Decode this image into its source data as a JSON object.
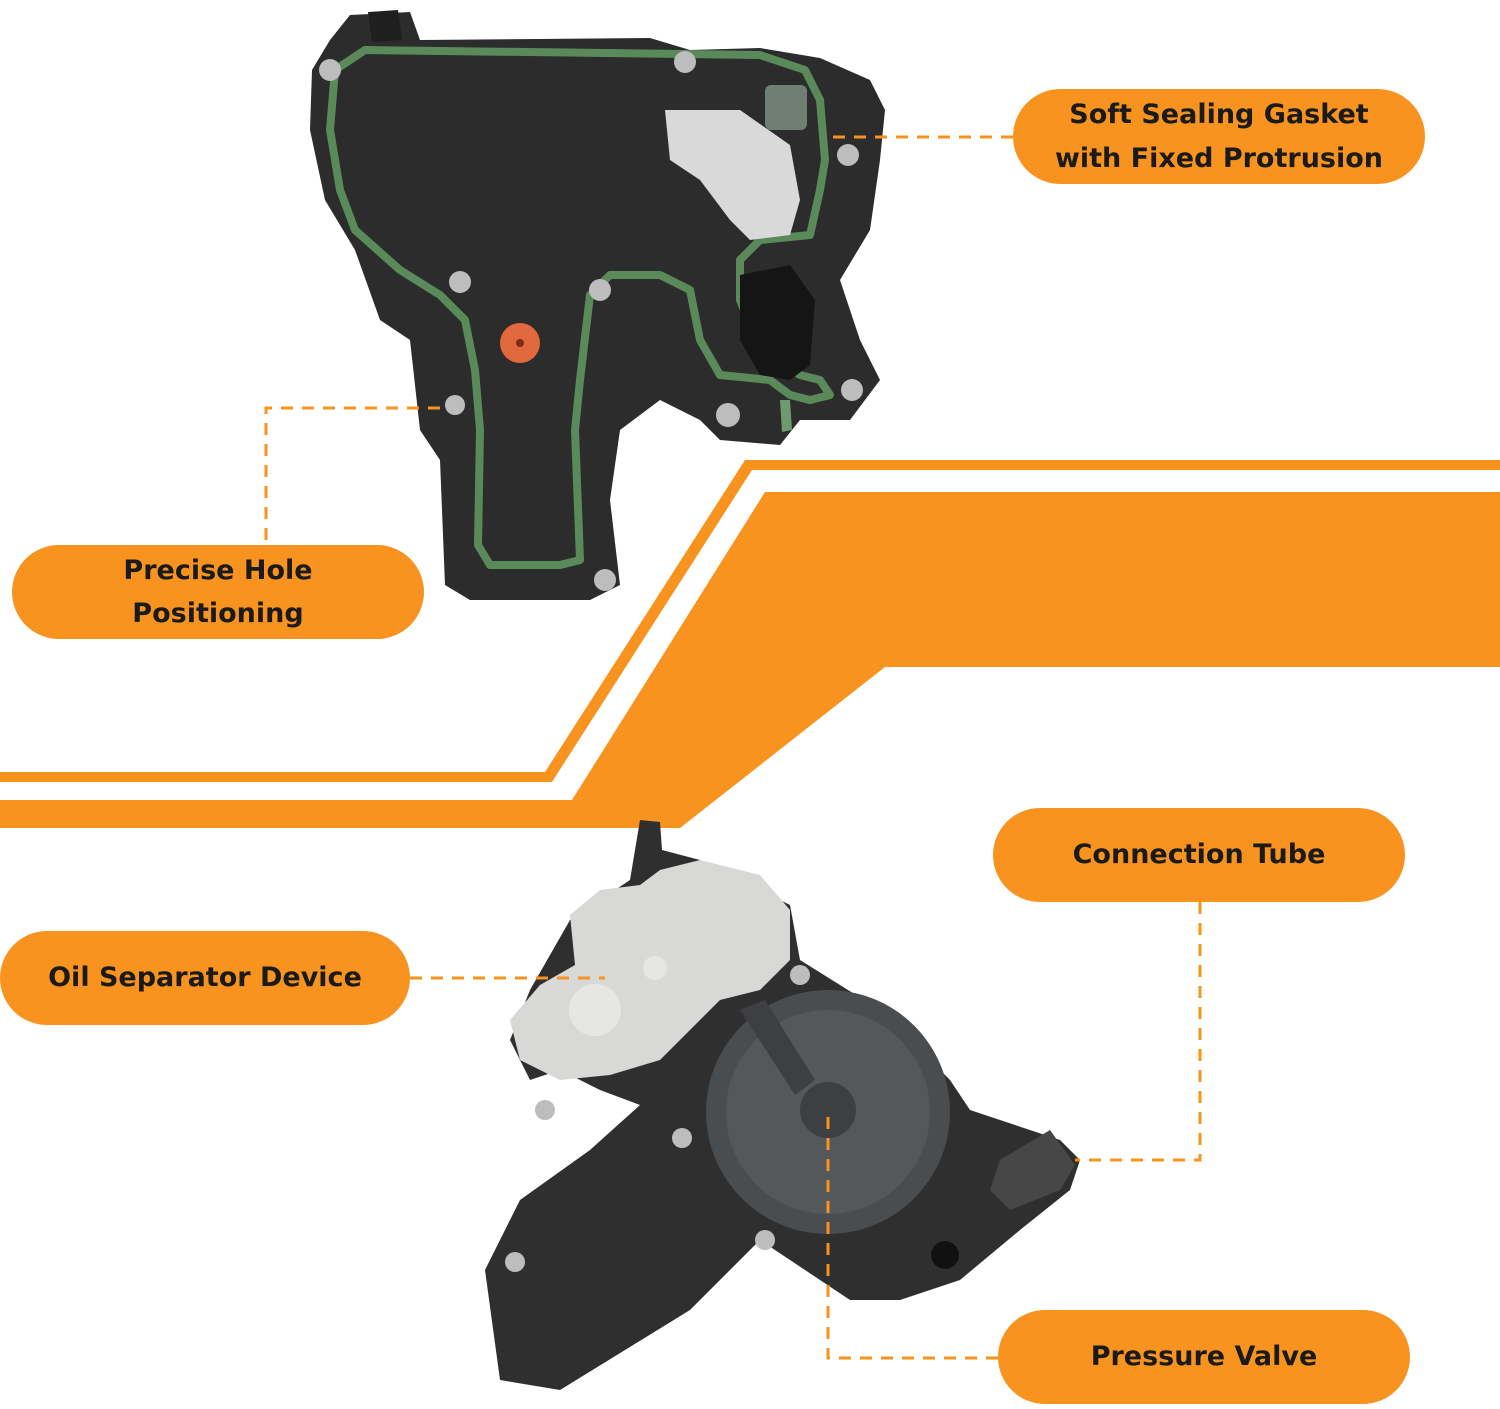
{
  "callouts": {
    "gasket": "Soft Sealing Gasket\nwith Fixed Protrusion",
    "hole": "Precise Hole Positioning",
    "tube": "Connection Tube",
    "separator": "Oil Separator Device",
    "valve": "Pressure Valve"
  },
  "colors": {
    "accent": "#f7931e",
    "leader": "#f7931e",
    "part_body": "#2c2c2c",
    "gasket": "#5a8a5a",
    "translucent": "#d9d9d9"
  }
}
